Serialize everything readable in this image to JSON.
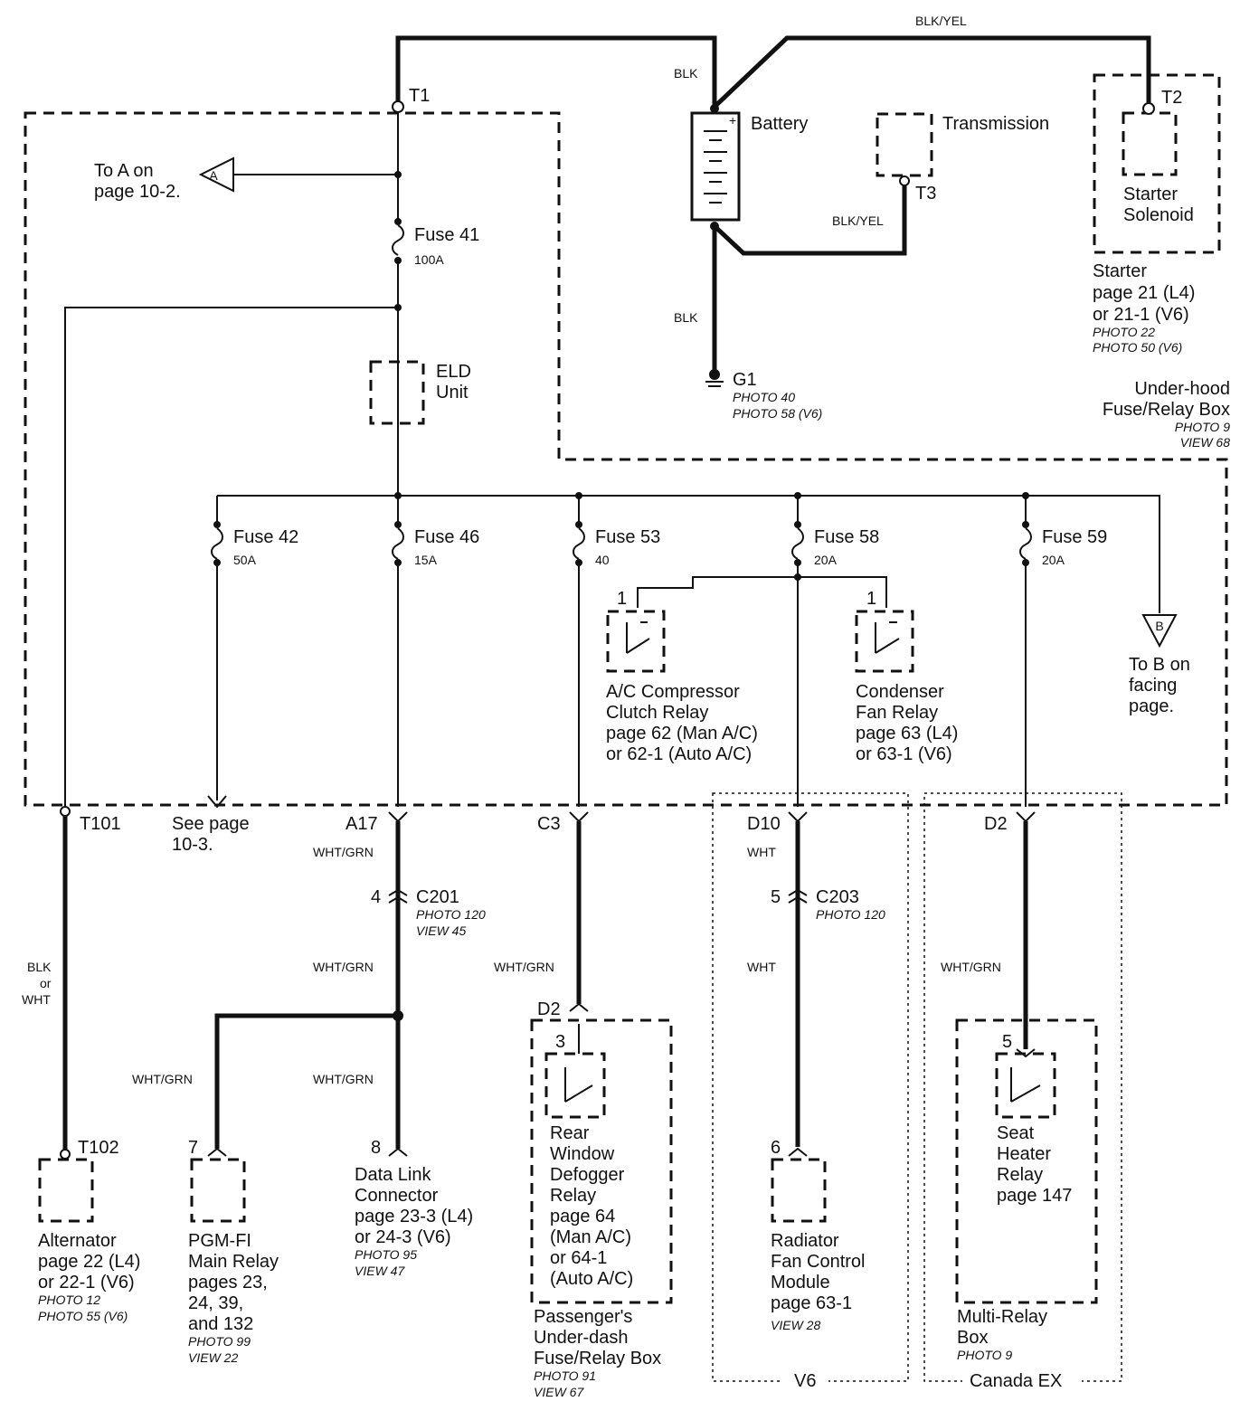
{
  "diagram": {
    "battery": "Battery",
    "transmission": "Transmission",
    "starter_solenoid": [
      "Starter",
      "Solenoid"
    ],
    "starter_text": [
      "Starter",
      "page 21 (L4)",
      "or 21-1 (V6)"
    ],
    "starter_photos": [
      "PHOTO 22",
      "PHOTO 50 (V6)"
    ],
    "underhood_box": [
      "Under-hood",
      "Fuse/Relay Box"
    ],
    "underhood_photos": [
      "PHOTO 9",
      "VIEW 68"
    ],
    "to_a": [
      "To A on",
      "page 10-2."
    ],
    "to_a_letter": "A",
    "to_b": [
      "To B on",
      "facing",
      "page."
    ],
    "to_b_letter": "B",
    "eld": [
      "ELD",
      "Unit"
    ],
    "g1": "G1",
    "g1_photos": [
      "PHOTO 40",
      "PHOTO 58 (V6)"
    ],
    "terminals": {
      "t1": "T1",
      "t2": "T2",
      "t3": "T3",
      "t101": "T101",
      "t102": "T102"
    },
    "wires": {
      "blk_yel_top": "BLK/YEL",
      "blk_top": "BLK",
      "blk_yel_t3": "BLK/YEL",
      "blk_g1": "BLK",
      "blk_or_wht": [
        "BLK",
        "or",
        "WHT"
      ]
    },
    "fuses": [
      {
        "name": "Fuse 41",
        "rating": "100A"
      },
      {
        "name": "Fuse 42",
        "rating": "50A"
      },
      {
        "name": "Fuse 46",
        "rating": "15A"
      },
      {
        "name": "Fuse 53",
        "rating": "40"
      },
      {
        "name": "Fuse 58",
        "rating": "20A"
      },
      {
        "name": "Fuse 59",
        "rating": "20A"
      }
    ],
    "ac_relay": [
      "A/C Compressor",
      "Clutch Relay",
      "page 62 (Man A/C)",
      "or 62-1 (Auto A/C)"
    ],
    "condenser_relay": [
      "Condenser",
      "Fan Relay",
      "page 63 (L4)",
      "or 63-1 (V6)"
    ],
    "pin_1a": "1",
    "pin_1b": "1",
    "see_page": [
      "See page",
      "10-3."
    ],
    "connectors": {
      "a17": "A17",
      "c3": "C3",
      "d10": "D10",
      "d2": "D2",
      "d2b": "D2"
    },
    "wire_colors": {
      "wg1": "WHT/GRN",
      "wg2": "WHT/GRN",
      "wg3": "WHT/GRN",
      "wg4": "WHT/GRN",
      "wg5": "WHT/GRN",
      "wg6": "WHT/GRN",
      "wht1": "WHT",
      "wht2": "WHT"
    },
    "c201": {
      "pin": "4",
      "name": "C201",
      "photo": "PHOTO 120",
      "view": "VIEW 45"
    },
    "c203": {
      "pin": "5",
      "name": "C203",
      "photo": "PHOTO 120"
    },
    "alternator": [
      "Alternator",
      "page 22 (L4)",
      "or 22-1 (V6)"
    ],
    "alternator_photos": [
      "PHOTO 12",
      "PHOTO 55 (V6)"
    ],
    "pgmfi": {
      "pin": "7",
      "lines": [
        "PGM-FI",
        "Main Relay",
        "pages 23,",
        "24, 39,",
        "and 132"
      ],
      "photos": [
        "PHOTO 99",
        "VIEW 22"
      ]
    },
    "dlc": {
      "pin": "8",
      "lines": [
        "Data Link",
        "Connector",
        "page 23-3 (L4)",
        "or 24-3 (V6)"
      ],
      "photos": [
        "PHOTO 95",
        "VIEW 47"
      ]
    },
    "defogger": {
      "pin": "3",
      "lines": [
        "Rear",
        "Window",
        "Defogger",
        "Relay",
        "page 64",
        "(Man A/C)",
        "or 64-1",
        "(Auto A/C)"
      ]
    },
    "passenger_box": {
      "lines": [
        "Passenger's",
        "Under-dash",
        "Fuse/Relay Box"
      ],
      "photos": [
        "PHOTO 91",
        "VIEW 67"
      ]
    },
    "radiator": {
      "pin": "6",
      "lines": [
        "Radiator",
        "Fan Control",
        "Module",
        "page 63-1"
      ],
      "view": "VIEW 28"
    },
    "seat_heater": {
      "pin": "5",
      "lines": [
        "Seat",
        "Heater",
        "Relay",
        "page 147"
      ]
    },
    "multi_relay": {
      "lines": [
        "Multi-Relay",
        "Box"
      ],
      "photo": "PHOTO 9"
    },
    "v6": "V6",
    "canada_ex": "Canada EX"
  }
}
